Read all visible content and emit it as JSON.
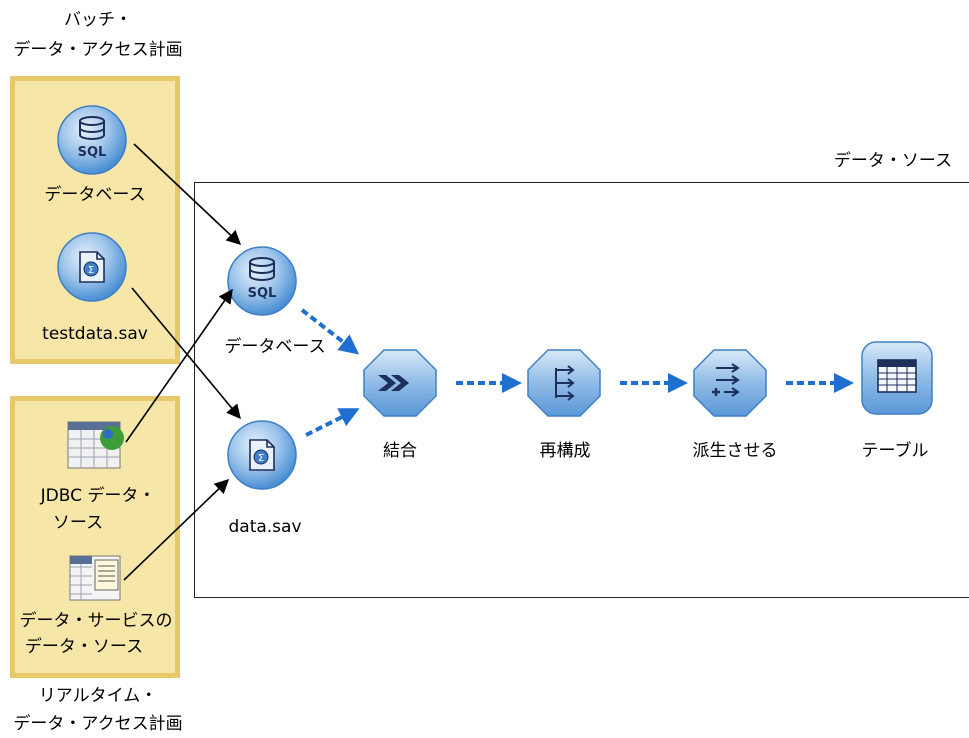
{
  "batch_plan": {
    "title_line1": "バッチ・",
    "title_line2": "データ・アクセス計画",
    "nodes": [
      {
        "label": "データベース",
        "icon": "database-sql-icon",
        "icon_text": "SQL"
      },
      {
        "label": "testdata.sav",
        "icon": "sav-file-icon"
      }
    ]
  },
  "realtime_plan": {
    "title_line1": "リアルタイム・",
    "title_line2": "データ・アクセス計画",
    "nodes": [
      {
        "label_line1": "JDBC データ・",
        "label_line2": "ソース",
        "icon": "jdbc-source-icon"
      },
      {
        "label_line1": "データ・サービスの",
        "label_line2": "データ・ソース",
        "icon": "data-service-source-icon"
      }
    ]
  },
  "data_source": {
    "title": "データ・ソース",
    "inputs": [
      {
        "label": "データベース",
        "icon": "database-sql-icon",
        "icon_text": "SQL"
      },
      {
        "label": "data.sav",
        "icon": "sav-file-icon"
      }
    ],
    "flow": [
      {
        "label": "結合",
        "icon": "merge-icon"
      },
      {
        "label": "再構成",
        "icon": "restructure-icon"
      },
      {
        "label": "派生させる",
        "icon": "derive-icon"
      },
      {
        "label": "テーブル",
        "icon": "table-icon"
      }
    ]
  },
  "colors": {
    "panel_fill": "#f6e7a8",
    "panel_border": "#e7c86b",
    "node_blue": "#4a8fd4",
    "flow_arrow": "#1f6fd0",
    "map_arrow": "#000000"
  }
}
